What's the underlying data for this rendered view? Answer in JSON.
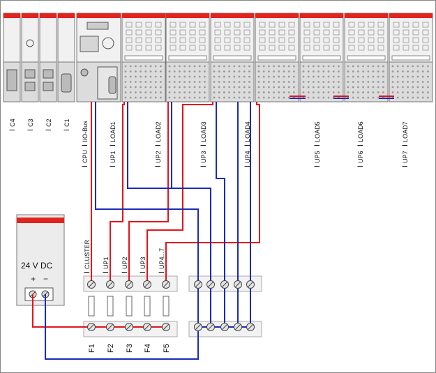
{
  "modules": {
    "comm": [
      "C4",
      "C3",
      "C2",
      "C1"
    ],
    "cpu_io_bus": "I/O-Bus",
    "loads": [
      "LOAD1",
      "LOAD2",
      "LOAD3",
      "LOAD4",
      "LOAD5",
      "LOAD6",
      "LOAD7"
    ],
    "cpu": "CPU",
    "ups": [
      "UP1",
      "UP2",
      "UP3",
      "UP4",
      "UP5",
      "UP6",
      "UP7"
    ]
  },
  "current_prefix": "I",
  "power_supply": {
    "label": "24 V DC",
    "plus": "+",
    "minus": "−"
  },
  "feed_labels": [
    "CLUSTER",
    "UP1",
    "UP2",
    "UP3",
    "UP4...7"
  ],
  "fuses": [
    "F1",
    "F2",
    "F3",
    "F4",
    "F5"
  ],
  "colors": {
    "positive": "#e3141b",
    "negative": "#1b2bb8",
    "module_top": "#e2241f"
  }
}
